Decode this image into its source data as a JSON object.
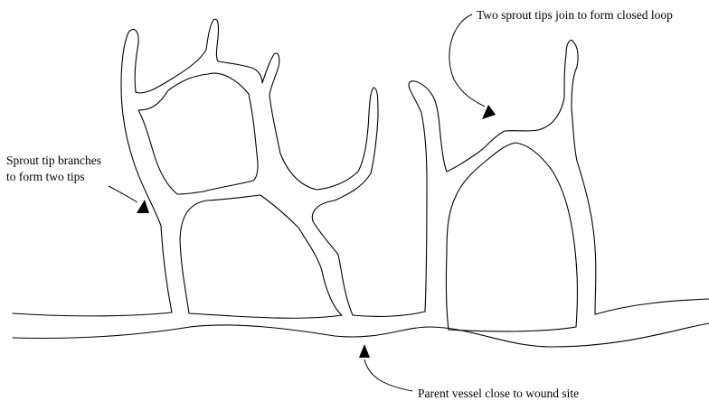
{
  "labels": {
    "closed_loop": "Two sprout tips join to form closed loop",
    "branch_line1": "Sprout tip branches",
    "branch_line2": "to form two tips",
    "parent_vessel": "Parent vessel close to wound site"
  }
}
